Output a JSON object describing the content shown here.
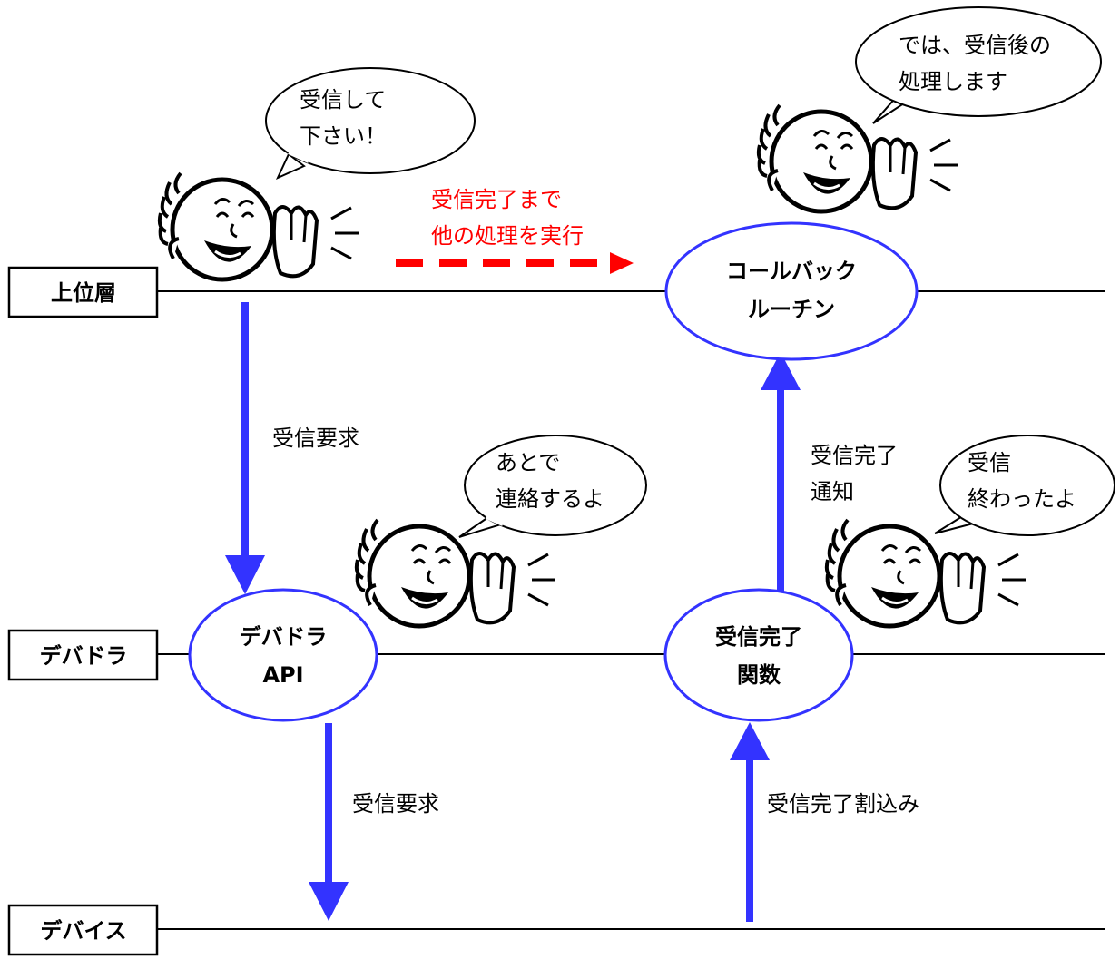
{
  "layers": {
    "upper": "上位層",
    "driver": "デバドラ",
    "device": "デバイス"
  },
  "nodes": {
    "callback": [
      "コールバック",
      "ルーチン"
    ],
    "driver_api": [
      "デバドラ",
      "API"
    ],
    "rx_complete_func": [
      "受信完了",
      "関数"
    ]
  },
  "arrows": {
    "req_upper": "受信要求",
    "req_lower": "受信要求",
    "notify": [
      "受信完了",
      "通知"
    ],
    "interrupt": "受信完了割込み",
    "other_work": [
      "受信完了まで",
      "他の処理を実行"
    ]
  },
  "speech": {
    "upper": [
      "受信して",
      "下さい！"
    ],
    "callback": [
      "では、受信後の",
      "処理します"
    ],
    "driver": [
      "あとで",
      "連絡するよ"
    ],
    "complete": [
      "受信",
      "終わったよ"
    ]
  },
  "colors": {
    "arrow_blue": "#3333ff",
    "ellipse_blue": "#3333ff",
    "dashed_red": "#ff0000"
  }
}
